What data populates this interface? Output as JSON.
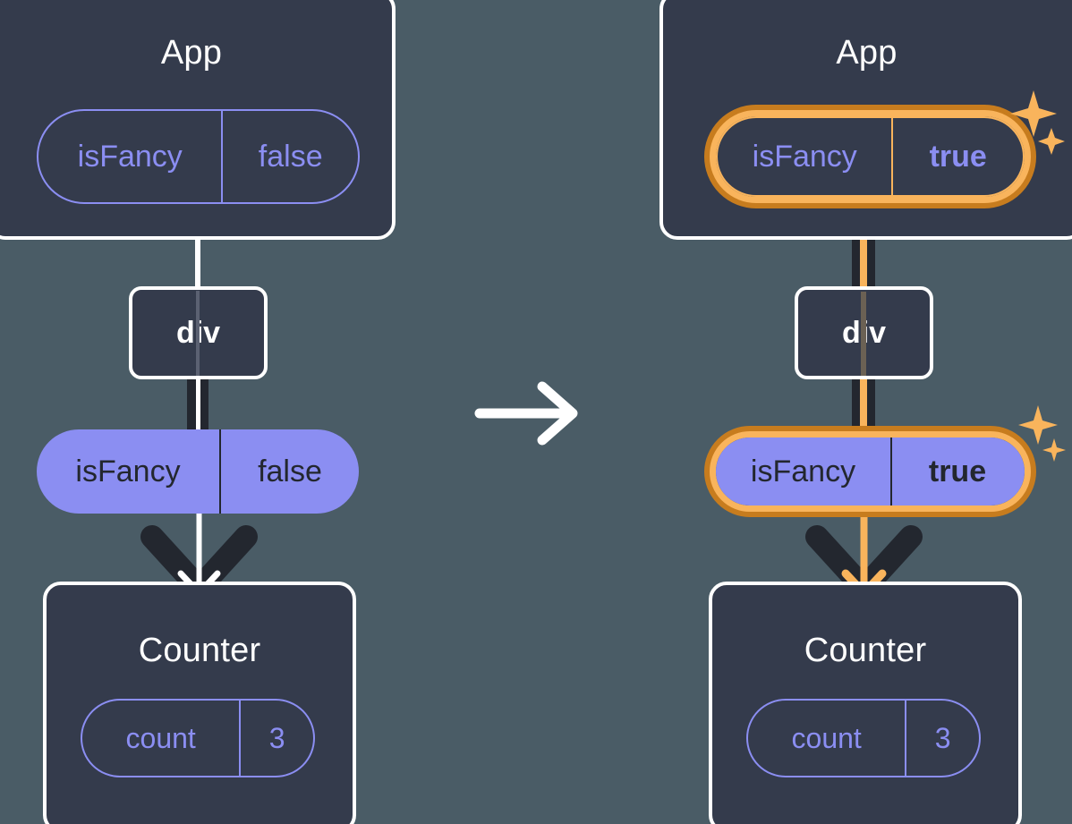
{
  "diagram": {
    "type": "react-state-propagation",
    "background_color": "#4a5c66",
    "palette": {
      "card_bg": "#343b4c",
      "card_border": "#ffffff",
      "purple": "#8b8ef2",
      "dark_text": "#23272f",
      "highlight_outer": "#c77c1e",
      "highlight_inner": "#f9b45c",
      "sparkle": "#f9b45c"
    },
    "transition_icon": "right-arrow-icon"
  },
  "panels": [
    {
      "id": "before",
      "app": {
        "title": "App",
        "state_pill": {
          "key": "isFancy",
          "value": "false",
          "highlighted": false,
          "value_bold": false
        }
      },
      "div": {
        "label": "div"
      },
      "prop_pill": {
        "key": "isFancy",
        "value": "false",
        "highlighted": false,
        "value_bold": false
      },
      "counter": {
        "title": "Counter",
        "state_pill": {
          "key": "count",
          "value": "3",
          "highlighted": false,
          "value_bold": false
        }
      },
      "sparkles": false,
      "wire_color": "#ffffff",
      "arrow_inner_color": "#ffffff"
    },
    {
      "id": "after",
      "app": {
        "title": "App",
        "state_pill": {
          "key": "isFancy",
          "value": "true",
          "highlighted": true,
          "value_bold": true
        }
      },
      "div": {
        "label": "div"
      },
      "prop_pill": {
        "key": "isFancy",
        "value": "true",
        "highlighted": true,
        "value_bold": true
      },
      "counter": {
        "title": "Counter",
        "state_pill": {
          "key": "count",
          "value": "3",
          "highlighted": false,
          "value_bold": false
        }
      },
      "sparkles": true,
      "wire_color": "#f9b45c",
      "arrow_inner_color": "#f9b45c"
    }
  ]
}
